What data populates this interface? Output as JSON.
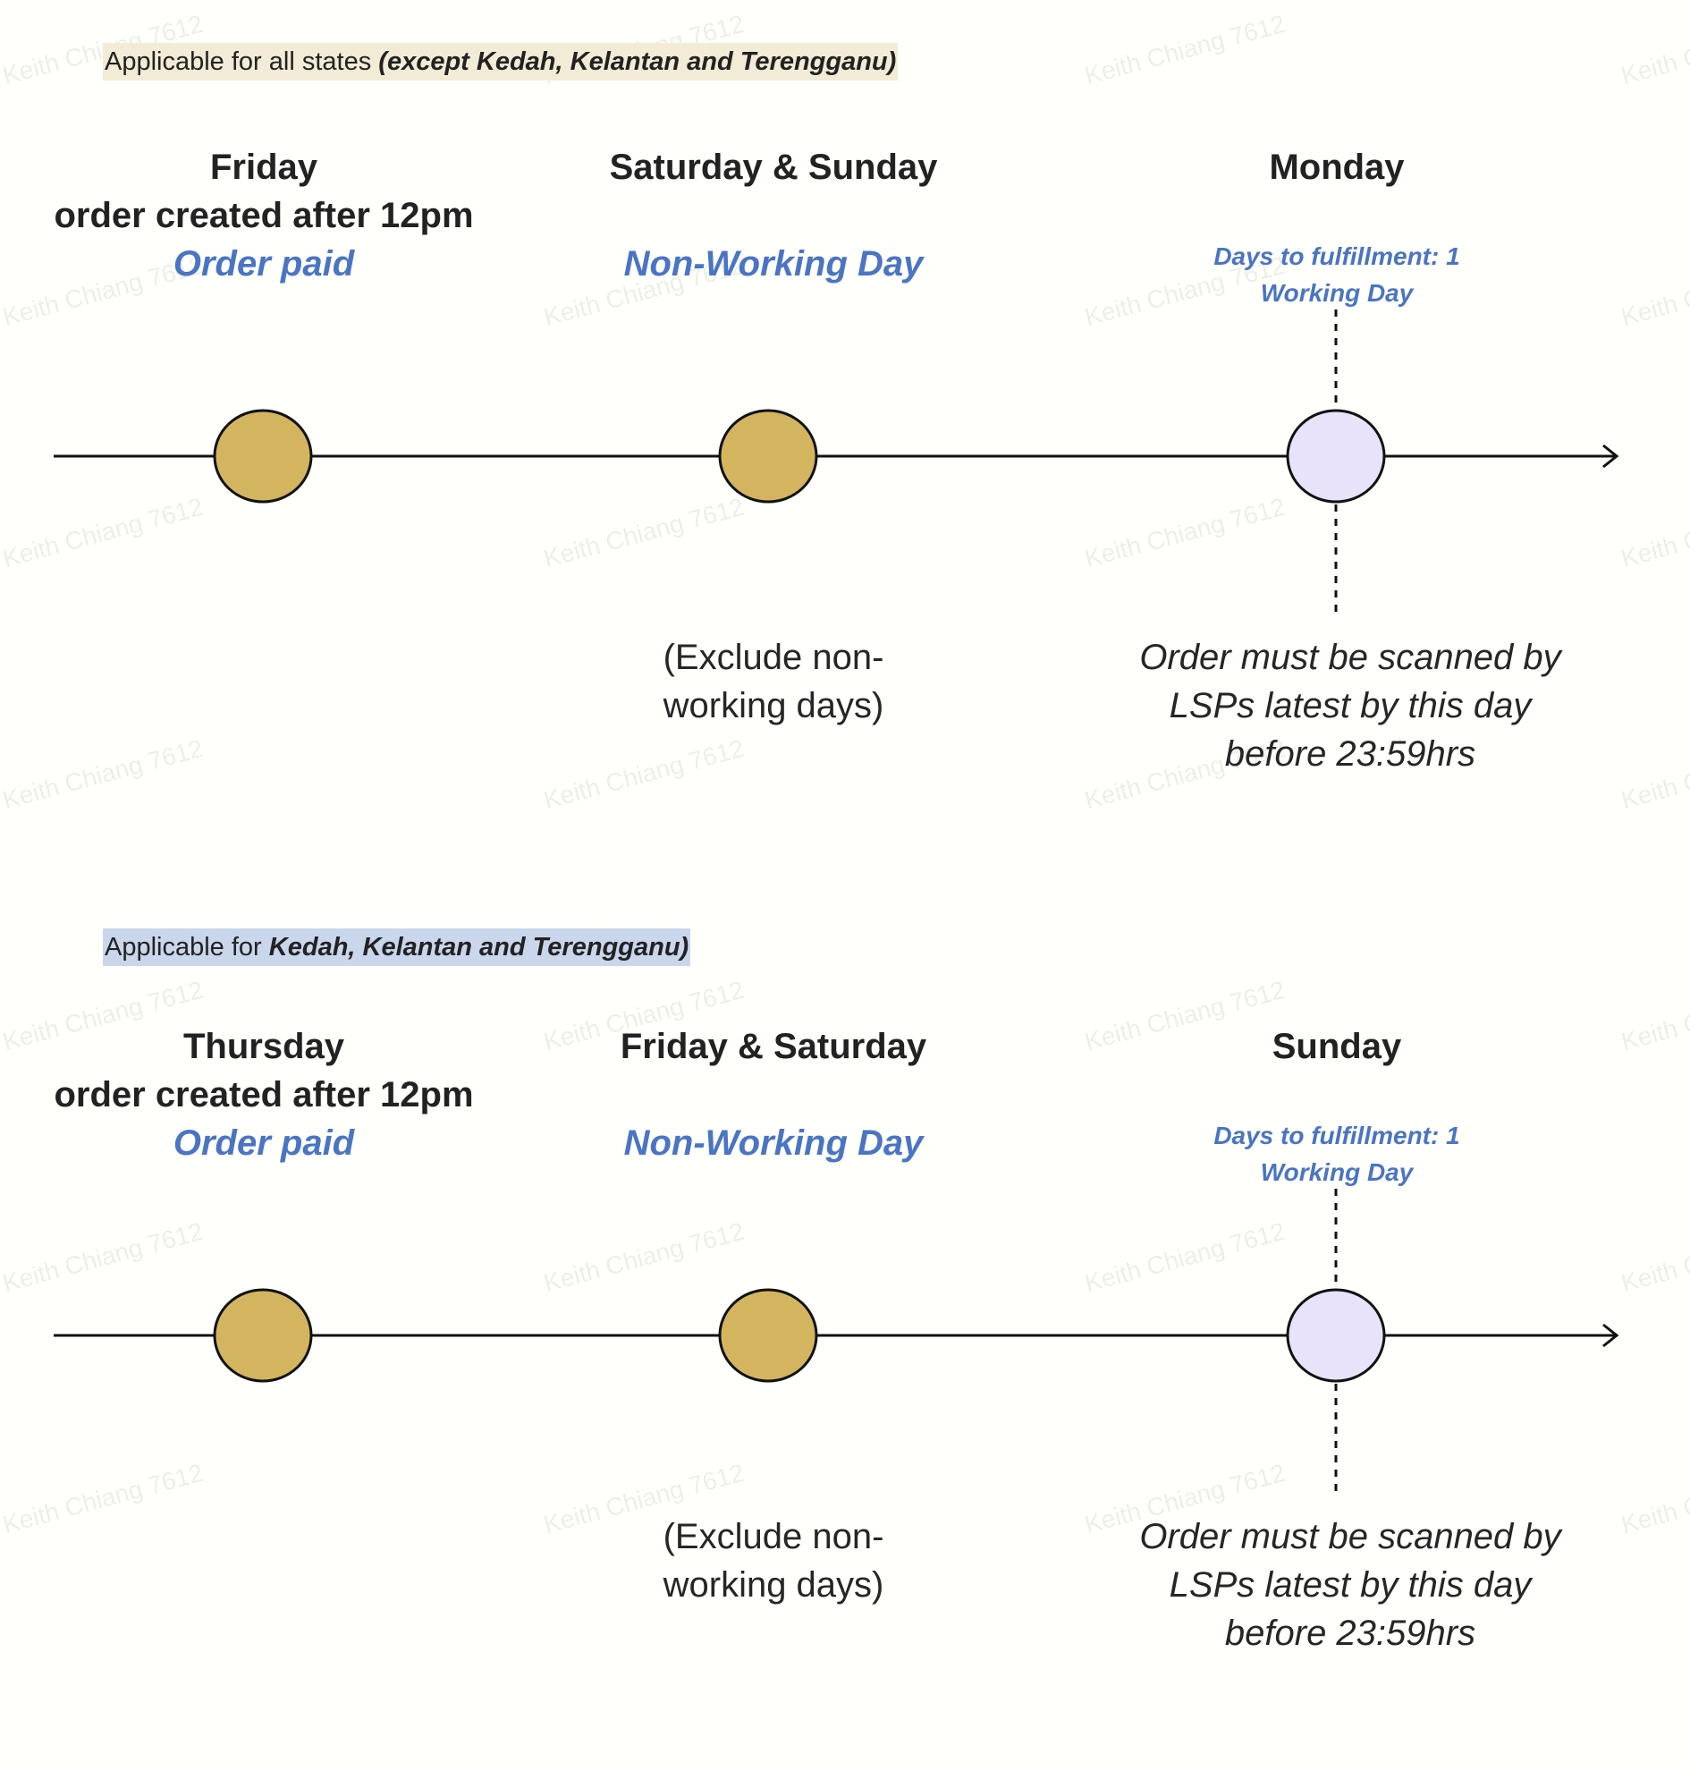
{
  "watermark": "Keith Chiang 7612",
  "colors": {
    "highlight_all_states": "#f2ebd6",
    "highlight_east_states": "#c9d6ec",
    "accent_blue": "#4a74c4",
    "gold_node": "#d4b55f",
    "lavender_node": "#e8e2fa",
    "line": "#111111"
  },
  "sections": [
    {
      "banner": {
        "prefix": "Applicable for all states ",
        "emphasis": "(except Kedah, Kelantan and Terengganu)"
      },
      "columns": [
        {
          "title": "Friday",
          "subtitle": "order created after 12pm",
          "status": "Order paid"
        },
        {
          "title": "Saturday & Sunday",
          "status": "Non-Working Day",
          "note": "(Exclude non-\nworking days)"
        },
        {
          "title": "Monday",
          "fulfillment": "Days to fulfillment: 1\nWorking Day",
          "note": "Order must be scanned by\nLSPs latest by this day\nbefore 23:59hrs"
        }
      ]
    },
    {
      "banner": {
        "prefix": "Applicable for ",
        "emphasis": "Kedah, Kelantan and Terengganu)"
      },
      "columns": [
        {
          "title": "Thursday",
          "subtitle": "order created after 12pm",
          "status": "Order paid"
        },
        {
          "title": "Friday & Saturday",
          "status": "Non-Working Day",
          "note": "(Exclude non-\nworking days)"
        },
        {
          "title": "Sunday",
          "fulfillment": "Days to fulfillment: 1\nWorking Day",
          "note": "Order must be scanned by\nLSPs latest by this day\nbefore 23:59hrs"
        }
      ]
    }
  ]
}
